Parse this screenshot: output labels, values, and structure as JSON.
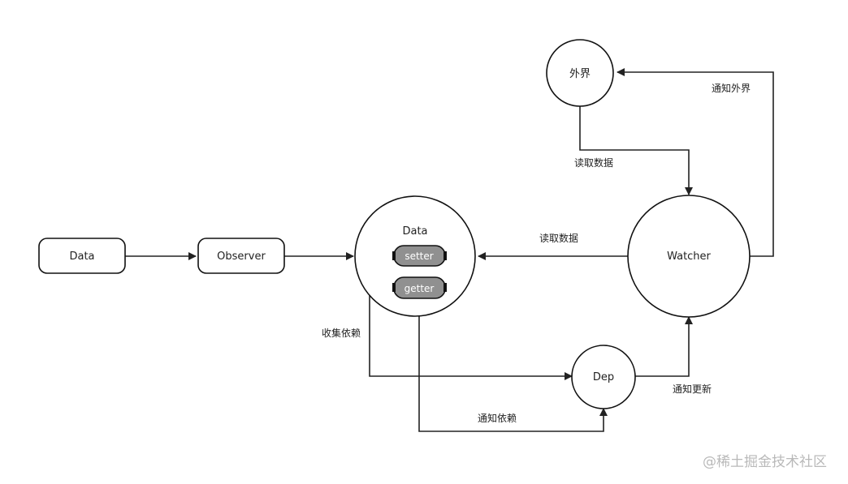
{
  "nodes": {
    "data_box": "Data",
    "observer_box": "Observer",
    "data_circle": "Data",
    "setter_pill": "setter",
    "getter_pill": "getter",
    "watcher_circle": "Watcher",
    "waijie_circle": "外界",
    "dep_circle": "Dep"
  },
  "edges": {
    "notify_outside": "通知外界",
    "read_data_top": "读取数据",
    "read_data_mid": "读取数据",
    "collect_deps": "收集依赖",
    "notify_deps": "通知依赖",
    "notify_update": "通知更新"
  },
  "watermark": "@稀土掘金技术社区",
  "colors": {
    "stroke": "#111111",
    "pill_fill": "#909090",
    "watermark": "#b9b9b9"
  }
}
